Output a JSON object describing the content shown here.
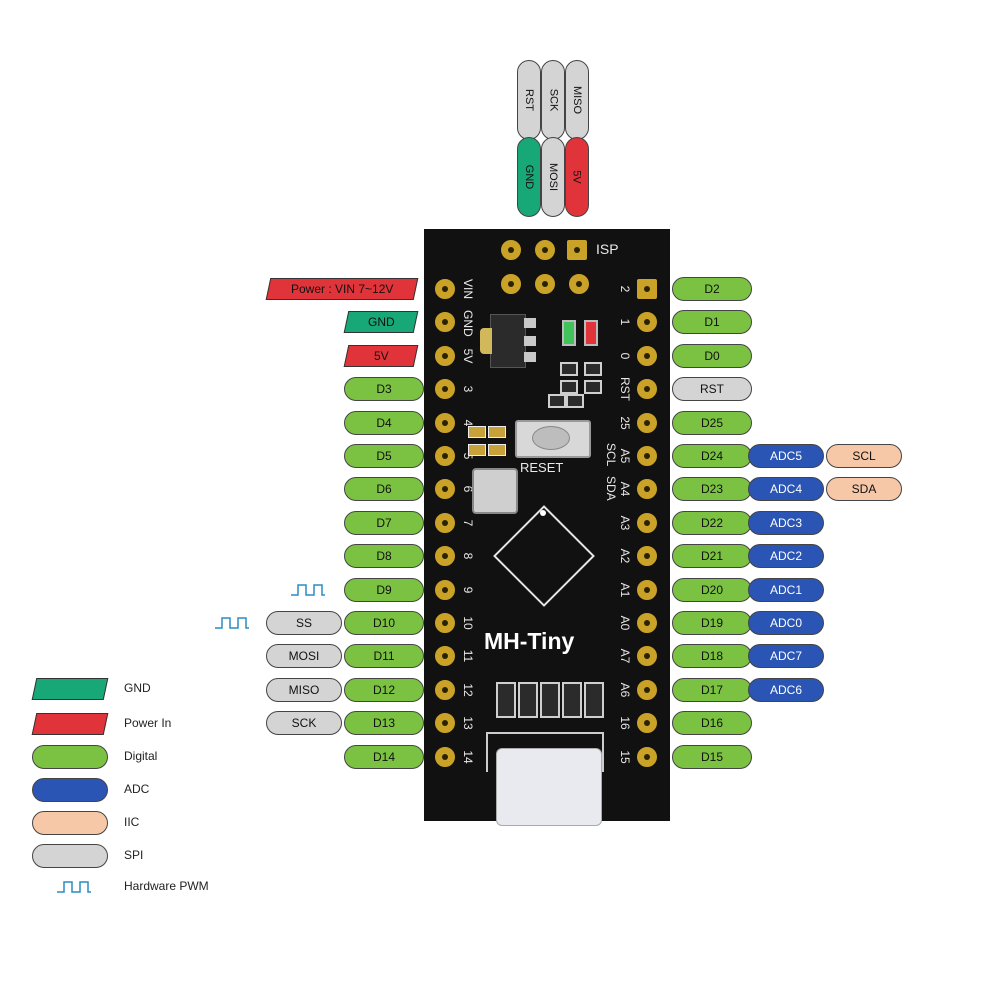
{
  "isp_header": {
    "top_row": [
      "RST",
      "SCK",
      "MISO"
    ],
    "bottom_row": [
      "GND",
      "MOSI",
      "5V"
    ],
    "label": "ISP"
  },
  "board": {
    "name": "MH-Tiny",
    "reset_label": "RESET",
    "left_silk": [
      "VIN",
      "GND",
      "5V",
      "3",
      "4",
      "5",
      "6",
      "7",
      "8",
      "9",
      "10",
      "11",
      "12",
      "13",
      "14"
    ],
    "right_silk": [
      "2",
      "1",
      "0",
      "RST",
      "25",
      "A5",
      "A4",
      "A3",
      "A2",
      "A1",
      "A0",
      "A7",
      "A6",
      "16",
      "15"
    ],
    "right_silk_extra": {
      "scl": "SCL",
      "sda": "SDA"
    }
  },
  "left_pins": [
    {
      "label": "Power : VIN  7~12V",
      "kind": "power"
    },
    {
      "label": "GND",
      "kind": "gnd"
    },
    {
      "label": "5V",
      "kind": "power"
    },
    {
      "label": "D3",
      "kind": "digital"
    },
    {
      "label": "D4",
      "kind": "digital"
    },
    {
      "label": "D5",
      "kind": "digital"
    },
    {
      "label": "D6",
      "kind": "digital"
    },
    {
      "label": "D7",
      "kind": "digital"
    },
    {
      "label": "D8",
      "kind": "digital"
    },
    {
      "label": "D9",
      "kind": "digital",
      "pwm": true
    },
    {
      "label": "D10",
      "kind": "digital",
      "pwm": true,
      "spi": "SS"
    },
    {
      "label": "D11",
      "kind": "digital",
      "spi": "MOSI"
    },
    {
      "label": "D12",
      "kind": "digital",
      "spi": "MISO"
    },
    {
      "label": "D13",
      "kind": "digital",
      "spi": "SCK"
    },
    {
      "label": "D14",
      "kind": "digital"
    }
  ],
  "right_pins": [
    {
      "label": "D2"
    },
    {
      "label": "D1"
    },
    {
      "label": "D0"
    },
    {
      "label": "RST",
      "kind": "spi"
    },
    {
      "label": "D25"
    },
    {
      "label": "D24",
      "adc": "ADC5",
      "iic": "SCL"
    },
    {
      "label": "D23",
      "adc": "ADC4",
      "iic": "SDA"
    },
    {
      "label": "D22",
      "adc": "ADC3"
    },
    {
      "label": "D21",
      "adc": "ADC2"
    },
    {
      "label": "D20",
      "adc": "ADC1"
    },
    {
      "label": "D19",
      "adc": "ADC0"
    },
    {
      "label": "D18",
      "adc": "ADC7"
    },
    {
      "label": "D17",
      "adc": "ADC6"
    },
    {
      "label": "D16"
    },
    {
      "label": "D15"
    }
  ],
  "legend": [
    {
      "label": "GND",
      "kind": "gnd"
    },
    {
      "label": "Power In",
      "kind": "power"
    },
    {
      "label": "Digital",
      "kind": "digital"
    },
    {
      "label": "ADC",
      "kind": "adc"
    },
    {
      "label": "IIC",
      "kind": "iic"
    },
    {
      "label": "SPI",
      "kind": "spi"
    },
    {
      "label": "Hardware PWM",
      "kind": "pwm"
    }
  ],
  "colors": {
    "gnd": "#18a877",
    "power": "#e0343a",
    "digital": "#7cc242",
    "adc": "#2a55b5",
    "iic": "#f7c8a8",
    "spi": "#d4d4d4",
    "pwm": "#2b8cc4",
    "board": "#111111",
    "pad": "#c9a227"
  }
}
